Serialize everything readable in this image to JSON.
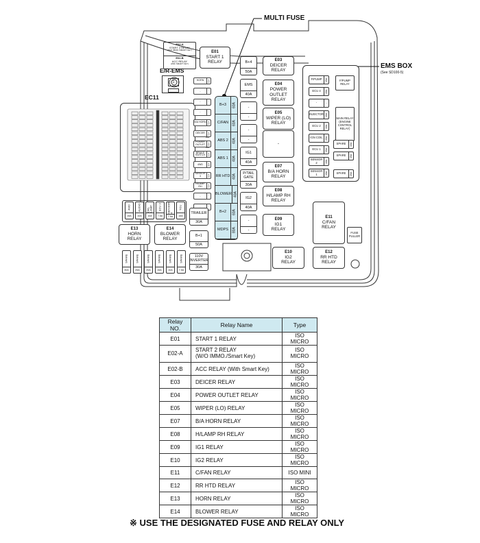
{
  "callouts": {
    "multi_fuse": "MULTI FUSE",
    "ems_box": "EMS BOX",
    "ems_box_ref": "(See SD100-5)",
    "er_ems": "E/R-EMS",
    "er_ems_pin": "1",
    "ec11": "EC11"
  },
  "top_relays": {
    "e02a": {
      "id": "E02-A",
      "name": "START 2 RELAY",
      "sub": "(W/O IMMO./SMART KEY)"
    },
    "e02b": {
      "id": "E02-B",
      "name": "ACC RELAY",
      "sub": "(With SMART KEY)"
    },
    "e01": {
      "id": "E01",
      "line1": "START 1",
      "line2": "RELAY"
    }
  },
  "small_fuses_left": [
    {
      "name": "HORN",
      "rating": "10A"
    },
    {
      "name": "-",
      "rating": "-"
    },
    {
      "name": "-",
      "rating": "-"
    },
    {
      "name": "-",
      "rating": "-"
    },
    {
      "name": "B/A HORN",
      "rating": "10A"
    },
    {
      "name": "DEICER",
      "rating": "15A"
    },
    {
      "name": "POWER OUTLET",
      "rating": "20A"
    },
    {
      "name": "BRAKE SWITCH",
      "rating": "10A"
    },
    {
      "name": "4WD",
      "rating": "20A"
    },
    {
      "name": "SENSOR 3",
      "rating": "10A"
    },
    {
      "name": "H/LAMP RH",
      "rating": "10A"
    },
    {
      "name": "-",
      "rating": "-"
    },
    {
      "name": "-",
      "rating": "-"
    }
  ],
  "multi_fuse": [
    {
      "name": "B+3",
      "rating": "60A"
    },
    {
      "name": "C/FAN",
      "rating": "60A"
    },
    {
      "name": "ABS 2",
      "rating": "40A"
    },
    {
      "name": "ABS 1",
      "rating": "40A"
    },
    {
      "name": "RR HTD",
      "rating": "40A"
    },
    {
      "name": "BLOWER",
      "rating": "40A"
    },
    {
      "name": "B+2",
      "rating": "60A"
    },
    {
      "name": "MDPS",
      "rating": "80A"
    }
  ],
  "cartridge_fuses": [
    {
      "name": "B+4",
      "rating": "50A"
    },
    {
      "name": "EMS",
      "rating": "40A"
    },
    {
      "name": "-",
      "rating": "-"
    },
    {
      "name": "-",
      "rating": "-"
    },
    {
      "name": "IG1",
      "rating": "40A"
    },
    {
      "name": "P/TAIL GATE",
      "rating": "30A"
    },
    {
      "name": "IG2",
      "rating": "40A"
    },
    {
      "name": "-",
      "rating": "-"
    }
  ],
  "left_cartridges": [
    {
      "name": "TRAILER",
      "rating": "30A"
    },
    {
      "name": "B+1",
      "rating": "50A"
    },
    {
      "name": "110V INVERTER",
      "rating": "30A"
    }
  ],
  "mid_relays": [
    {
      "id": "E03",
      "line1": "DEICER",
      "line2": "RELAY",
      "line3": ""
    },
    {
      "id": "E04",
      "line1": "POWER",
      "line2": "OUTLET",
      "line3": "RELAY"
    },
    {
      "id": "E05",
      "line1": "WIPER (LO)",
      "line2": "RELAY",
      "line3": ""
    },
    {
      "id": "",
      "line1": "-",
      "line2": "",
      "line3": ""
    },
    {
      "id": "E07",
      "line1": "B/A HORN",
      "line2": "RELAY",
      "line3": ""
    },
    {
      "id": "E08",
      "line1": "H/LAMP RH",
      "line2": "RELAY",
      "line3": ""
    },
    {
      "id": "E09",
      "line1": "IG1",
      "line2": "RELAY",
      "line3": ""
    }
  ],
  "ems_fuses": [
    {
      "name": "F/PUMP",
      "rating": "15A"
    },
    {
      "name": "ECU 4",
      "rating": "15A"
    },
    {
      "name": "-",
      "rating": "-"
    },
    {
      "name": "INJECTOR",
      "rating": "10A"
    },
    {
      "name": "ECU 2",
      "rating": "10A"
    },
    {
      "name": "IGN COIL",
      "rating": "20A"
    },
    {
      "name": "ECU 1",
      "rating": "20A"
    },
    {
      "name": "SENSOR 2",
      "rating": "10A"
    },
    {
      "name": "SENSOR 1",
      "rating": "10A"
    }
  ],
  "ems_spares": [
    {
      "name": "SPARE",
      "rating": "10A"
    },
    {
      "name": "SPARE",
      "rating": "15A"
    },
    {
      "name": "SPARE",
      "rating": "20A"
    }
  ],
  "ems_relays": {
    "fpump": "F/PUMP RELAY",
    "main": "MAIN RELAY (ENGINE CONTROL RELAY)"
  },
  "bottom_relays": {
    "e11": {
      "id": "E11",
      "line1": "C/FAN",
      "line2": "RELAY"
    },
    "e10": {
      "id": "E10",
      "line1": "IG2",
      "line2": "RELAY"
    },
    "e12": {
      "id": "E12",
      "line1": "RR HTD",
      "line2": "RELAY"
    },
    "e13": {
      "id": "E13",
      "line1": "HORN",
      "line2": "RELAY"
    },
    "e14": {
      "id": "E14",
      "line1": "BLOWER",
      "line2": "RELAY"
    },
    "fuse_puller": "FUSE PULLER"
  },
  "upper_vertical_fuses": [
    {
      "name": "4WD",
      "rating": "15A"
    },
    {
      "name": "AUDIO",
      "rating": "10A"
    },
    {
      "name": "DRL LAMP",
      "rating": "10A"
    },
    {
      "name": "ECU 3",
      "rating": "7.5A"
    },
    {
      "name": "SENSOR 4",
      "rating": "7.5A"
    },
    {
      "name": "TCU",
      "rating": "15A"
    }
  ],
  "spare_fuses": [
    {
      "name": "SPARE",
      "rating": "30A"
    },
    {
      "name": "SPARE",
      "rating": "25A"
    },
    {
      "name": "SPARE",
      "rating": "20A"
    },
    {
      "name": "SPARE",
      "rating": "15A"
    },
    {
      "name": "SPARE",
      "rating": "10A"
    },
    {
      "name": "SPARE",
      "rating": "7.5A"
    }
  ],
  "table": {
    "headers": [
      "Relay NO.",
      "Relay Name",
      "Type"
    ],
    "rows": [
      {
        "no": "E01",
        "name": "START 1 RELAY",
        "name2": "",
        "type": "ISO MICRO"
      },
      {
        "no": "E02-A",
        "name": "START 2 RELAY",
        "name2": "(W/O IMMO./Smart Key)",
        "type": "ISO MICRO"
      },
      {
        "no": "E02-B",
        "name": "ACC RELAY (With Smart Key)",
        "name2": "",
        "type": "ISO MICRO"
      },
      {
        "no": "E03",
        "name": "DEICER RELAY",
        "name2": "",
        "type": "ISO MICRO"
      },
      {
        "no": "E04",
        "name": "POWER OUTLET RELAY",
        "name2": "",
        "type": "ISO MICRO"
      },
      {
        "no": "E05",
        "name": "WIPER (LO) RELAY",
        "name2": "",
        "type": "ISO MICRO"
      },
      {
        "no": "E07",
        "name": "B/A HORN RELAY",
        "name2": "",
        "type": "ISO MICRO"
      },
      {
        "no": "E08",
        "name": "H/LAMP RH RELAY",
        "name2": "",
        "type": "ISO MICRO"
      },
      {
        "no": "E09",
        "name": "IG1 RELAY",
        "name2": "",
        "type": "ISO MICRO"
      },
      {
        "no": "E10",
        "name": "IG2 RELAY",
        "name2": "",
        "type": "ISO MICRO"
      },
      {
        "no": "E11",
        "name": "C/FAN RELAY",
        "name2": "",
        "type": "ISO MINI"
      },
      {
        "no": "E12",
        "name": "RR HTD RELAY",
        "name2": "",
        "type": "ISO MICRO"
      },
      {
        "no": "E13",
        "name": "HORN RELAY",
        "name2": "",
        "type": "ISO MICRO"
      },
      {
        "no": "E14",
        "name": "BLOWER RELAY",
        "name2": "",
        "type": "ISO MICRO"
      }
    ]
  },
  "note": "※ USE THE DESIGNATED FUSE AND RELAY ONLY",
  "colors": {
    "multi_fuse_fill": "#cfe9f0",
    "header_fill": "#cfe9f0",
    "line": "#333333"
  }
}
